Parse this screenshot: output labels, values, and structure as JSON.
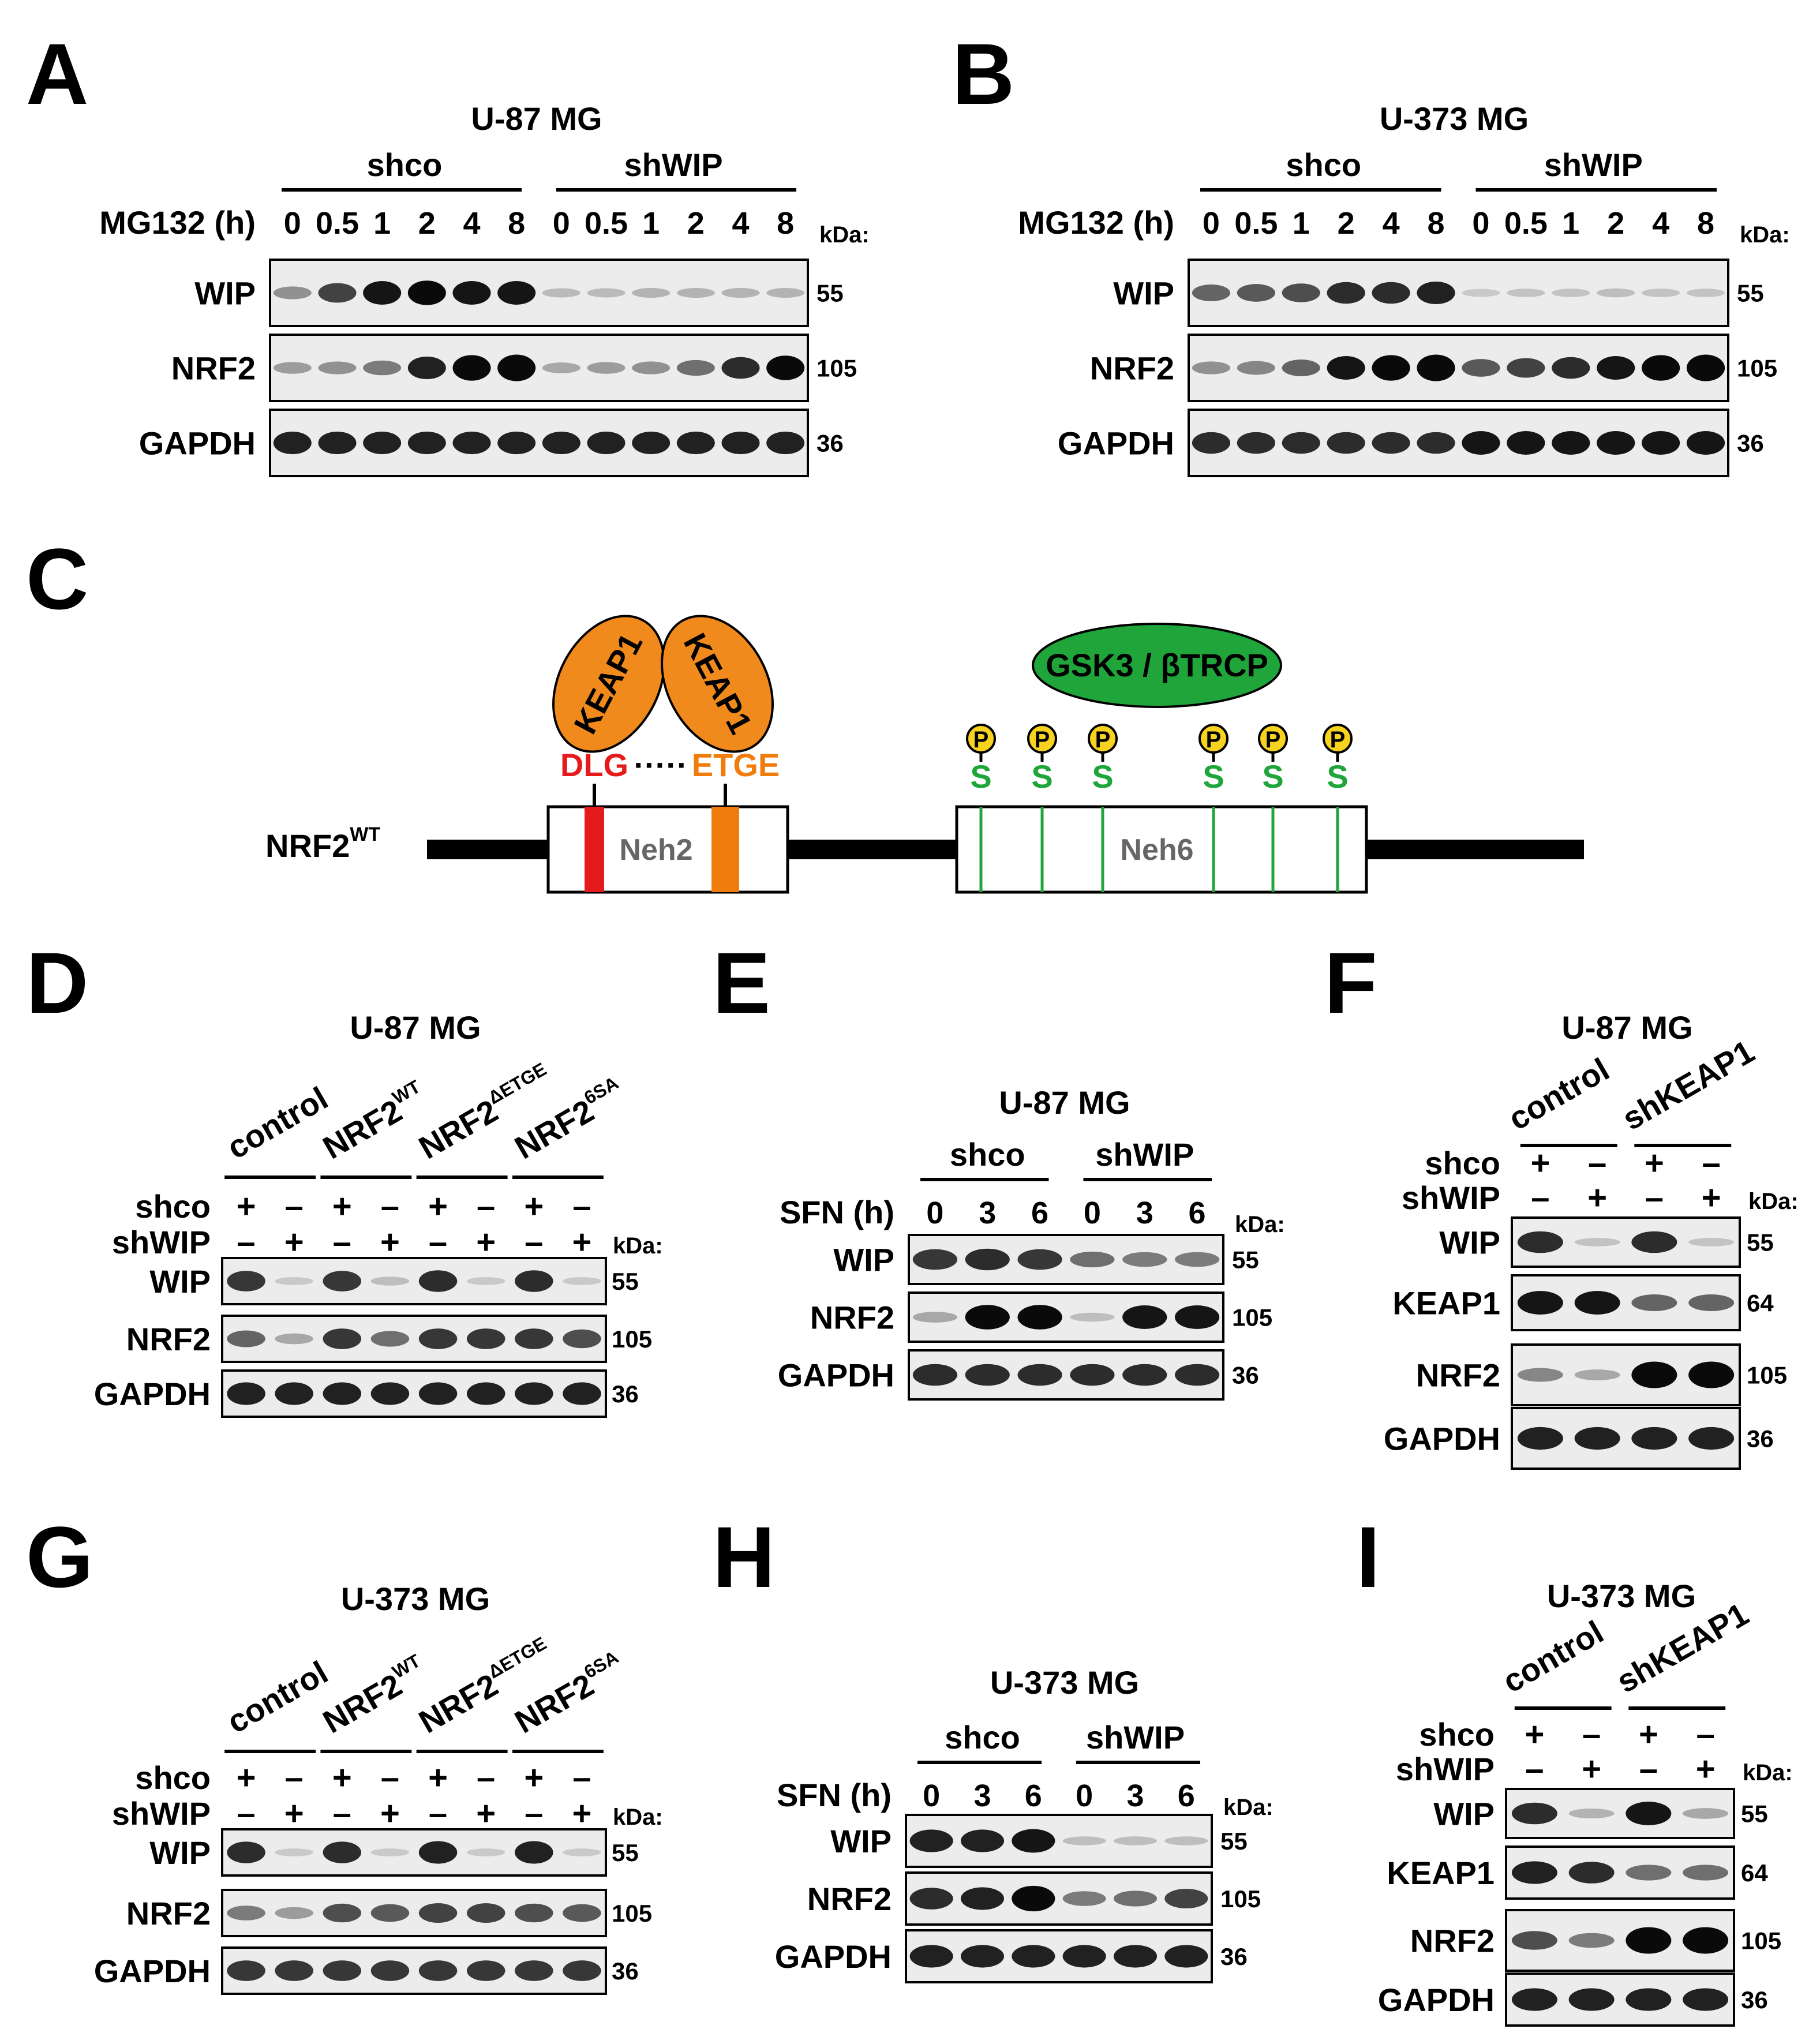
{
  "colors": {
    "dlg": "#e41a1c",
    "etge": "#f07c0c",
    "keap1": "#f08a1c",
    "gsk3": "#1fa53a",
    "phospho": "#f7d21e",
    "serine": "#1fa53a"
  },
  "panels": {
    "A": {
      "letter": "A",
      "cell": "U-87 MG",
      "group1": "shco",
      "group2": "shWIP",
      "cond": "MG132 (h)",
      "lanes": [
        "0",
        "0.5",
        "1",
        "2",
        "4",
        "8",
        "0",
        "0.5",
        "1",
        "2",
        "4",
        "8"
      ],
      "rows": [
        "WIP",
        "NRF2",
        "GAPDH"
      ],
      "kda": "kDa:",
      "mw": [
        "55",
        "105",
        "36"
      ],
      "bands": {
        "WIP": [
          0.3,
          0.65,
          0.85,
          0.9,
          0.85,
          0.85,
          0.12,
          0.12,
          0.15,
          0.15,
          0.15,
          0.15
        ],
        "NRF2": [
          0.25,
          0.3,
          0.4,
          0.8,
          0.95,
          1.0,
          0.2,
          0.25,
          0.3,
          0.45,
          0.75,
          0.9
        ],
        "GAPDH": [
          0.8,
          0.8,
          0.8,
          0.8,
          0.8,
          0.8,
          0.8,
          0.8,
          0.8,
          0.8,
          0.8,
          0.8
        ]
      }
    },
    "B": {
      "letter": "B",
      "cell": "U-373 MG",
      "group1": "shco",
      "group2": "shWIP",
      "cond": "MG132 (h)",
      "lanes": [
        "0",
        "0.5",
        "1",
        "2",
        "4",
        "8",
        "0",
        "0.5",
        "1",
        "2",
        "4",
        "8"
      ],
      "rows": [
        "WIP",
        "NRF2",
        "GAPDH"
      ],
      "kda": "kDa:",
      "mw": [
        "55",
        "105",
        "36"
      ],
      "bands": {
        "WIP": [
          0.5,
          0.55,
          0.6,
          0.75,
          0.75,
          0.8,
          0.05,
          0.08,
          0.08,
          0.1,
          0.08,
          0.08
        ],
        "NRF2": [
          0.3,
          0.35,
          0.5,
          0.85,
          0.95,
          1.0,
          0.55,
          0.65,
          0.75,
          0.85,
          0.95,
          1.0
        ],
        "GAPDH": [
          0.75,
          0.75,
          0.75,
          0.75,
          0.75,
          0.75,
          0.85,
          0.85,
          0.85,
          0.85,
          0.85,
          0.85
        ]
      }
    },
    "C": {
      "letter": "C",
      "construct": "NRF2",
      "construct_sup": "WT",
      "keap1": "KEAP1",
      "dlg": "DLG",
      "dots": "·····",
      "etge": "ETGE",
      "neh2": "Neh2",
      "neh6": "Neh6",
      "gsk3": "GSK3 / βTRCP",
      "p": "P",
      "s": "S"
    },
    "D": {
      "letter": "D",
      "cell": "U-87 MG",
      "groups": [
        {
          "name": "control",
          "sup": ""
        },
        {
          "name": "NRF2",
          "sup": "WT"
        },
        {
          "name": "NRF2",
          "sup": "ΔETGE"
        },
        {
          "name": "NRF2",
          "sup": "6SA"
        }
      ],
      "shco": "shco",
      "shwip": "shWIP",
      "plus": "+",
      "minus": "–",
      "rows": [
        "WIP",
        "NRF2",
        "GAPDH"
      ],
      "kda": "kDa:",
      "mw": [
        "55",
        "105",
        "36"
      ],
      "bands": {
        "WIP": [
          0.7,
          0.05,
          0.7,
          0.1,
          0.75,
          0.05,
          0.75,
          0.05
        ],
        "NRF2": [
          0.5,
          0.2,
          0.7,
          0.45,
          0.7,
          0.7,
          0.7,
          0.6
        ],
        "GAPDH": [
          0.8,
          0.8,
          0.8,
          0.8,
          0.8,
          0.8,
          0.8,
          0.8
        ]
      }
    },
    "E": {
      "letter": "E",
      "cell": "U-87 MG",
      "group1": "shco",
      "group2": "shWIP",
      "cond": "SFN (h)",
      "lanes": [
        "0",
        "3",
        "6",
        "0",
        "3",
        "6"
      ],
      "rows": [
        "WIP",
        "NRF2",
        "GAPDH"
      ],
      "kda": "kDa:",
      "mw": [
        "55",
        "105",
        "36"
      ],
      "bands": {
        "WIP": [
          0.7,
          0.75,
          0.7,
          0.45,
          0.4,
          0.4
        ],
        "NRF2": [
          0.2,
          0.9,
          0.9,
          0.1,
          0.85,
          0.85
        ],
        "GAPDH": [
          0.75,
          0.75,
          0.75,
          0.75,
          0.75,
          0.75
        ]
      }
    },
    "F": {
      "letter": "F",
      "cell": "U-87 MG",
      "groups": [
        "control",
        "shKEAP1"
      ],
      "shco": "shco",
      "shwip": "shWIP",
      "plus": "+",
      "minus": "–",
      "rows": [
        "WIP",
        "KEAP1",
        "NRF2",
        "GAPDH"
      ],
      "kda": "kDa:",
      "mw": [
        "55",
        "64",
        "105",
        "36"
      ],
      "bands": {
        "WIP": [
          0.75,
          0.08,
          0.75,
          0.08
        ],
        "KEAP1": [
          0.85,
          0.85,
          0.5,
          0.5
        ],
        "NRF2": [
          0.35,
          0.2,
          1.0,
          1.0
        ],
        "GAPDH": [
          0.8,
          0.8,
          0.8,
          0.8
        ]
      }
    },
    "G": {
      "letter": "G",
      "cell": "U-373 MG",
      "groups": [
        {
          "name": "control",
          "sup": ""
        },
        {
          "name": "NRF2",
          "sup": "WT"
        },
        {
          "name": "NRF2",
          "sup": "ΔETGE"
        },
        {
          "name": "NRF2",
          "sup": "6SA"
        }
      ],
      "shco": "shco",
      "shwip": "shWIP",
      "plus": "+",
      "minus": "–",
      "rows": [
        "WIP",
        "NRF2",
        " GAPDH"
      ],
      "kda": "kDa:",
      "mw": [
        "55",
        "105",
        "36"
      ],
      "bands": {
        "WIP": [
          0.75,
          0.05,
          0.75,
          0.05,
          0.8,
          0.05,
          0.8,
          0.05
        ],
        "NRF2": [
          0.4,
          0.25,
          0.6,
          0.55,
          0.65,
          0.65,
          0.6,
          0.55
        ],
        "GAPDH": [
          0.7,
          0.7,
          0.7,
          0.7,
          0.7,
          0.7,
          0.7,
          0.7
        ]
      }
    },
    "H": {
      "letter": "H",
      "cell": "U-373 MG",
      "group1": "shco",
      "group2": "shWIP",
      "cond": "SFN (h)",
      "lanes": [
        "0",
        "3",
        "6",
        "0",
        "3",
        "6"
      ],
      "rows": [
        "WIP",
        "NRF2",
        "GAPDH"
      ],
      "kda": "kDa:",
      "mw": [
        "55",
        "105",
        "36"
      ],
      "bands": {
        "WIP": [
          0.8,
          0.8,
          0.85,
          0.1,
          0.1,
          0.1
        ],
        "NRF2": [
          0.75,
          0.8,
          0.95,
          0.4,
          0.45,
          0.65
        ],
        "GAPDH": [
          0.8,
          0.8,
          0.8,
          0.8,
          0.8,
          0.8
        ]
      }
    },
    "I": {
      "letter": "I",
      "cell": "U-373 MG",
      "groups": [
        "control",
        "shKEAP1"
      ],
      "shco": "shco",
      "shwip": "shWIP",
      "plus": "+",
      "minus": "–",
      "rows": [
        "WIP",
        "KEAP1",
        "NRF2",
        "GAPDH"
      ],
      "kda": "kDa:",
      "mw": [
        "55",
        "64",
        "105",
        "36"
      ],
      "bands": {
        "WIP": [
          0.75,
          0.15,
          0.85,
          0.2
        ],
        "KEAP1": [
          0.8,
          0.75,
          0.45,
          0.45
        ],
        "NRF2": [
          0.6,
          0.4,
          1.0,
          1.0
        ],
        "GAPDH": [
          0.8,
          0.8,
          0.8,
          0.8
        ]
      }
    }
  }
}
